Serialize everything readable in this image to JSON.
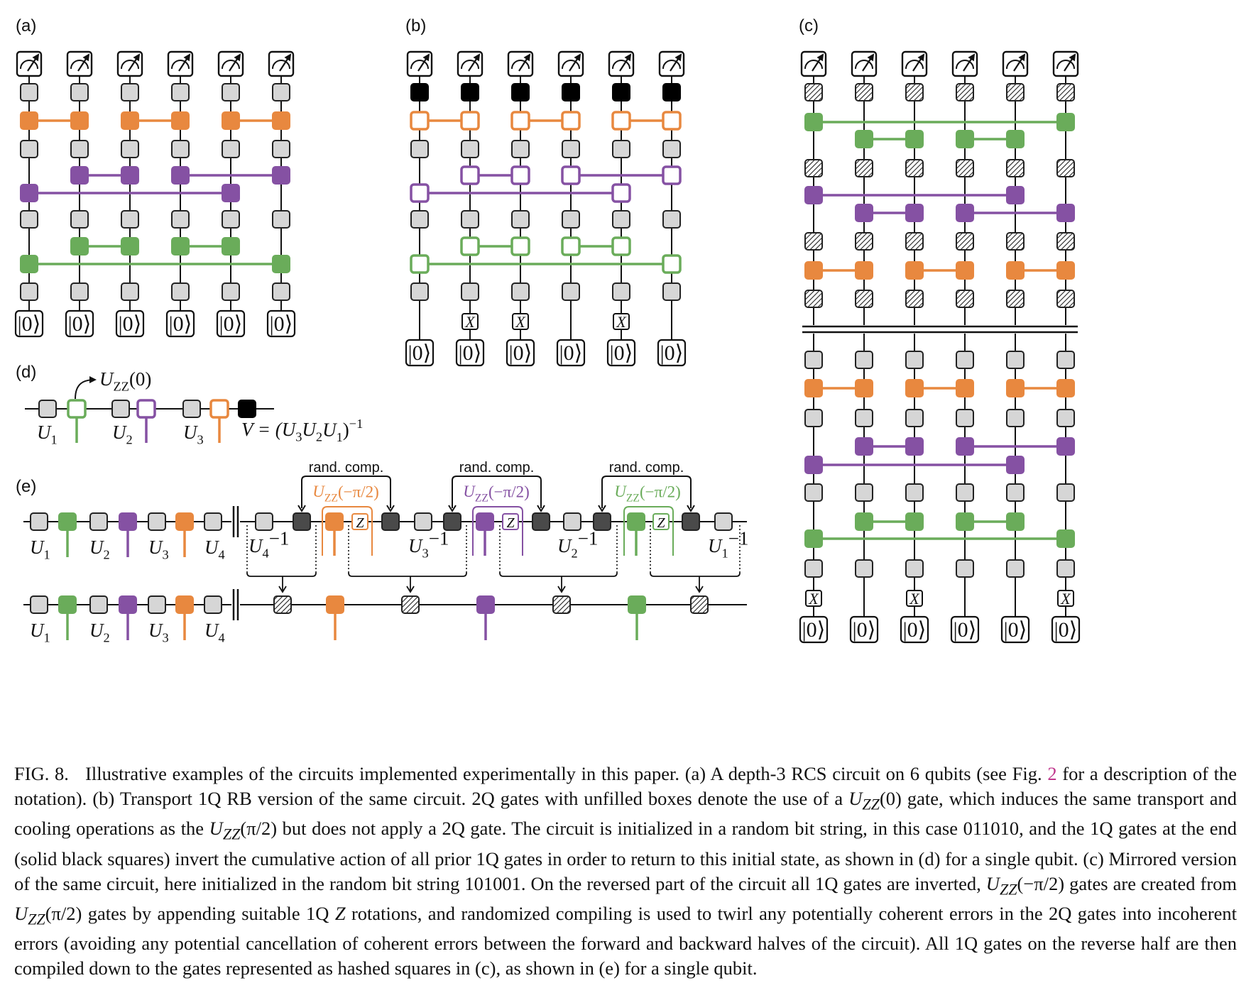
{
  "panels": {
    "a": "(a)",
    "b": "(b)",
    "c": "(c)",
    "d": "(d)",
    "e": "(e)"
  },
  "ket_zero": "|0⟩",
  "x_gate": "X",
  "z_gate": "Z",
  "colors": {
    "orange": "#e8883f",
    "purple": "#8551a3",
    "green": "#6aac5a",
    "light_gray": "#d6d6d6",
    "dark_gray": "#4a4a4a",
    "black": "#000000",
    "caption_ref": "#c0368c"
  },
  "icons": [
    "measurement-icon",
    "hashed-square-icon"
  ],
  "panel_b_initial_bits": "011010",
  "panel_c_initial_bits": "101001",
  "panel_d": {
    "uzz_label": "U",
    "uzz_sub": "ZZ",
    "uzz_arg": "(0)",
    "u_labels": [
      "U",
      "U",
      "U"
    ],
    "u_subs": [
      "1",
      "2",
      "3"
    ],
    "v_label": "V = (U",
    "v_subs": [
      "3",
      "2",
      "1"
    ],
    "v_tail": ")",
    "v_exp": "−1"
  },
  "panel_e": {
    "rand_comp": [
      "rand. comp.",
      "rand. comp.",
      "rand. comp."
    ],
    "uzz_args": [
      "(−π/2)",
      "(−π/2)",
      "(−π/2)"
    ],
    "uzz_sub": "ZZ",
    "u_forward": [
      "1",
      "2",
      "3",
      "4"
    ],
    "u_inverse": [
      "4",
      "3",
      "2",
      "1"
    ],
    "inv_exp": "−1"
  },
  "caption": {
    "label": "FIG. 8.",
    "p1": "Illustrative examples of the circuits implemented experimentally in this paper. (a) A depth-3 RCS circuit on 6 qubits (see Fig.",
    "ref": "2",
    "p2": "for a description of the notation). (b) Transport 1Q RB version of the same circuit. 2Q gates with unfilled boxes denote the use of a",
    "p3": "gate, which induces the same transport and cooling operations as the",
    "p4": "but does not apply a 2Q gate. The circuit is initialized in a random bit string, in this case 011010, and the 1Q gates at the end (solid black squares) invert the cumulative action of all prior 1Q gates in order to return to this initial state, as shown in (d) for a single qubit. (c) Mirrored version of the same circuit, here initialized in the random bit string 101001. On the reversed part of the circuit all 1Q gates are inverted,",
    "p5": "gates are created from",
    "p6": "gates by appending suitable 1Q",
    "p7": "rotations, and randomized compiling is used to twirl any potentially coherent errors in the 2Q gates into incoherent errors (avoiding any potential cancellation of coherent errors between the forward and backward halves of the circuit). All 1Q gates on the reverse half are then compiled down to the gates represented as hashed squares in (c), as shown in (e) for a single qubit.",
    "m_uzz0": "U",
    "m_uzz0_sub": "ZZ",
    "m_uzz0_arg": "(0)",
    "m_uzzpi": "U",
    "m_uzzpi_sub": "ZZ",
    "m_uzzpi_arg": "(π/2)",
    "m_uzzm": "U",
    "m_uzzm_sub": "ZZ",
    "m_uzzm_arg": "(−π/2)",
    "m_uzzp2": "U",
    "m_uzzp2_sub": "ZZ",
    "m_uzzp2_arg": "(π/2)",
    "m_z": "Z"
  }
}
